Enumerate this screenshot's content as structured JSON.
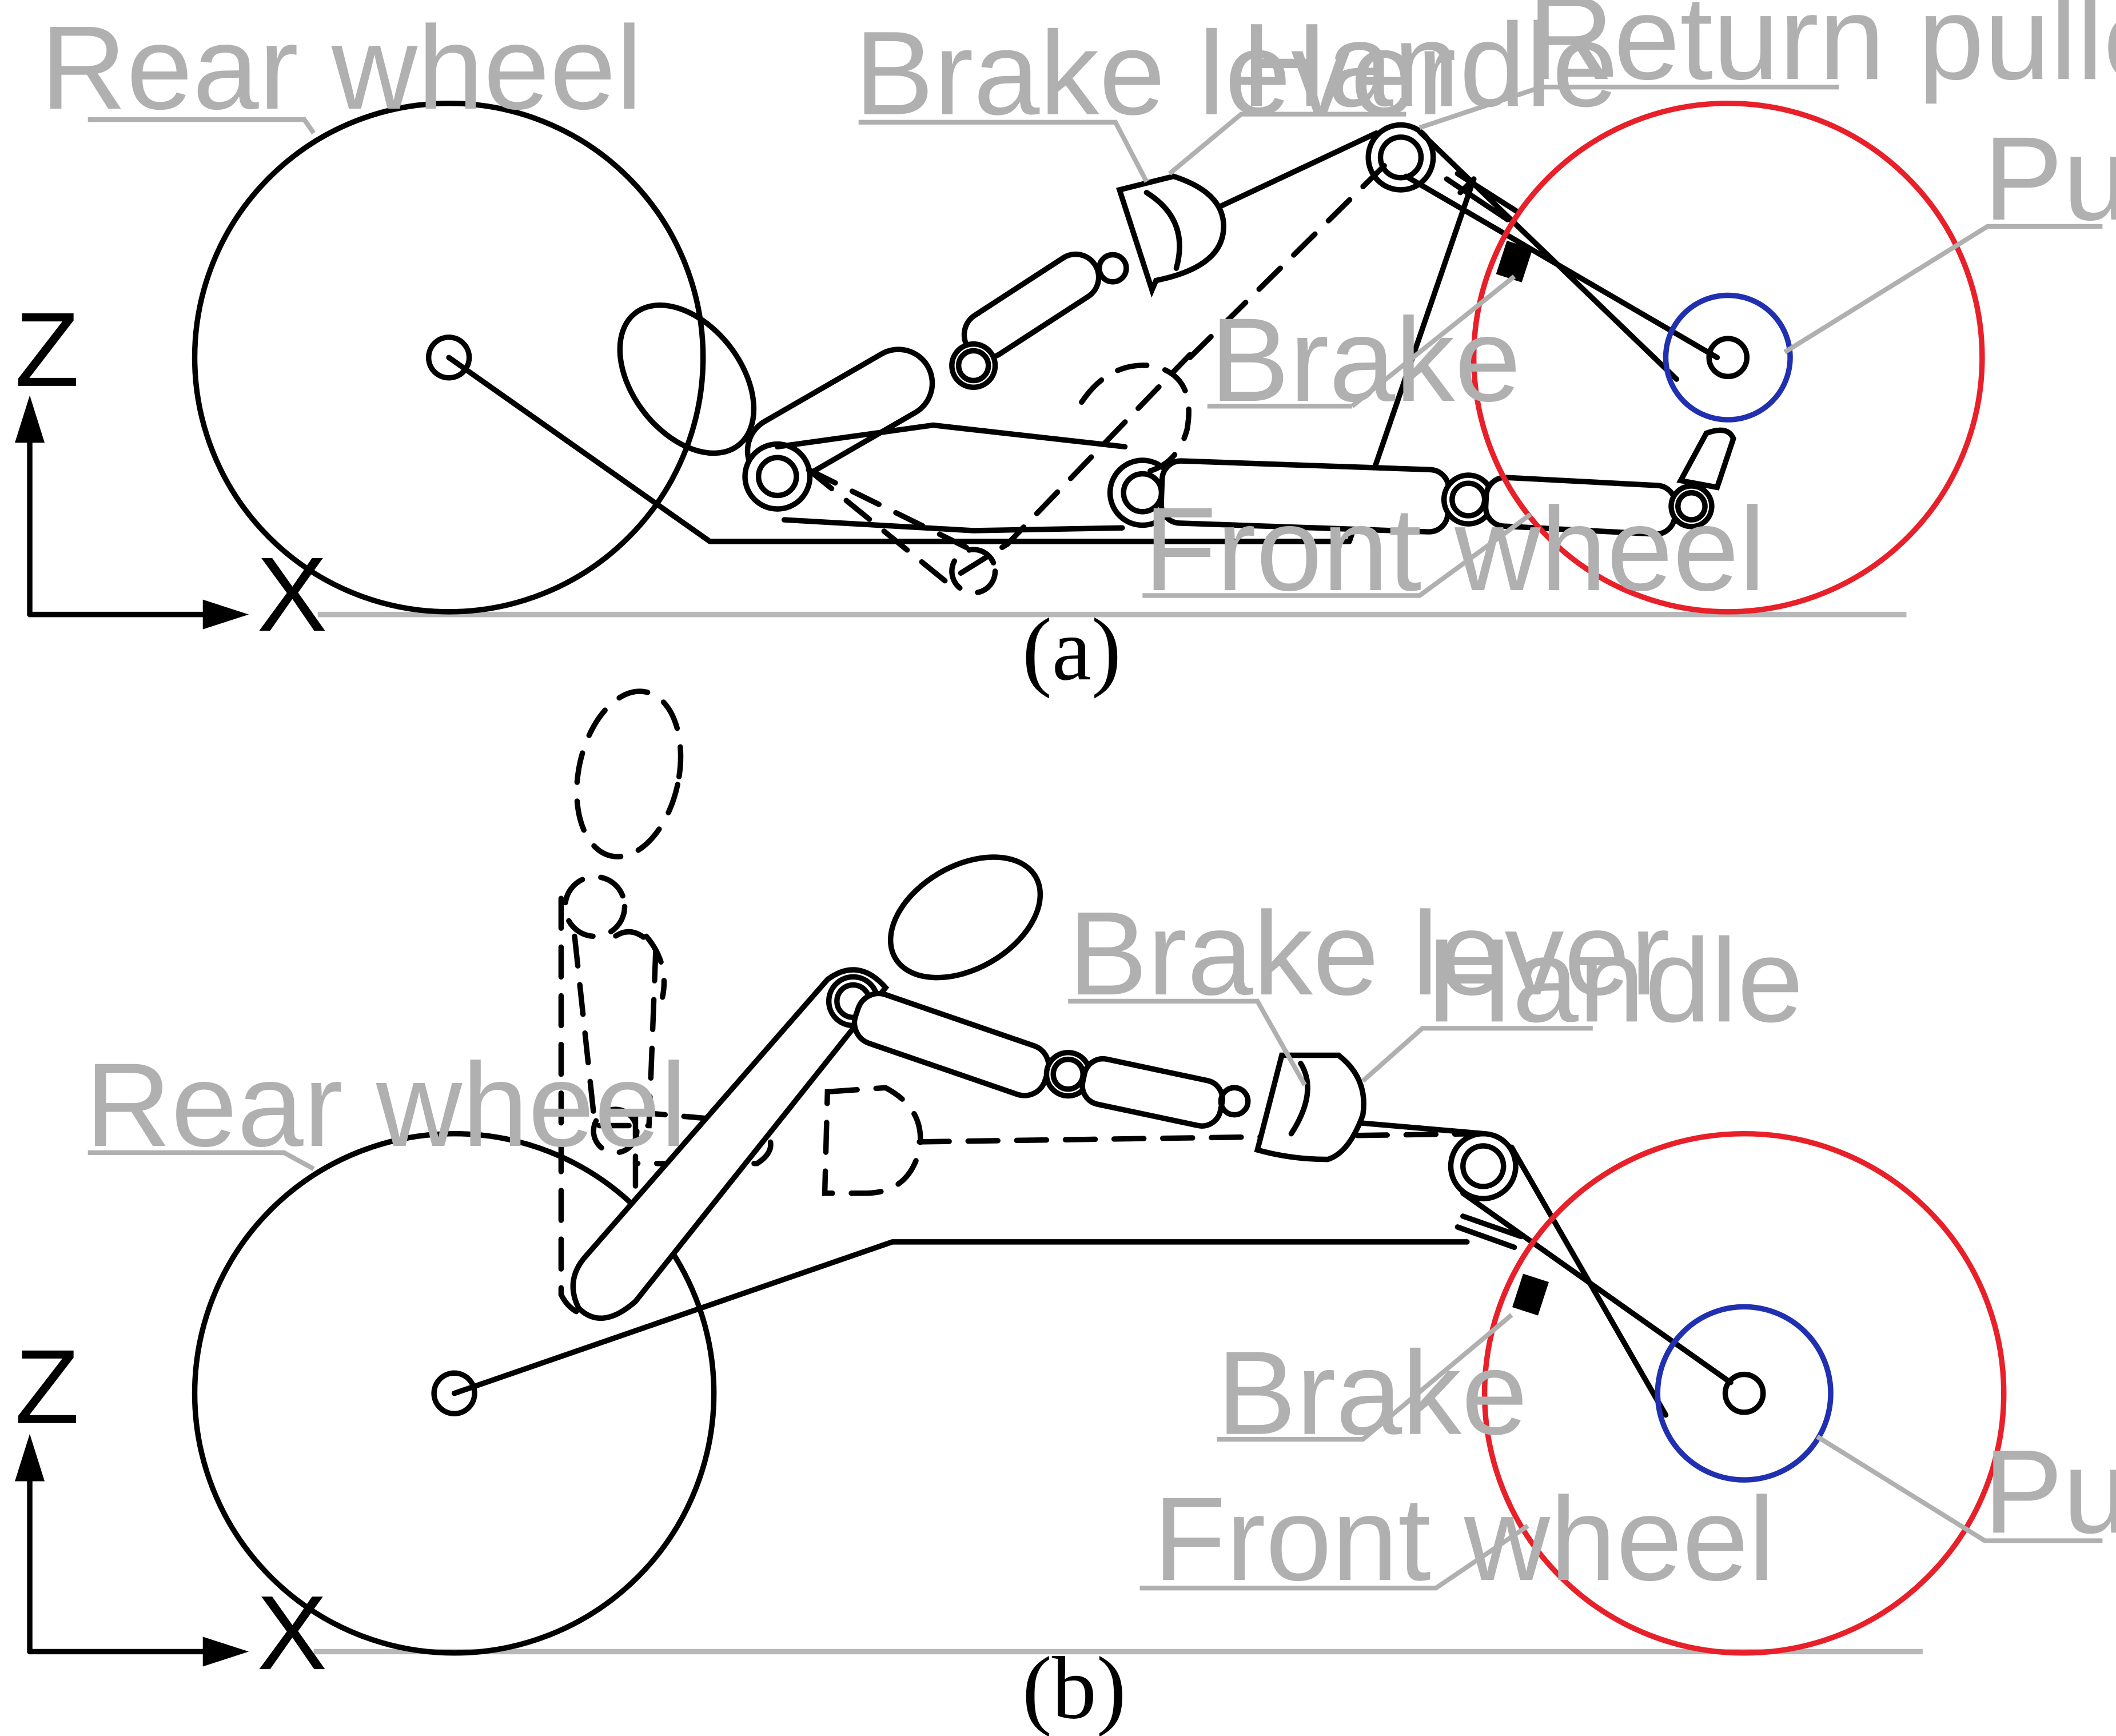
{
  "panels": [
    {
      "id": "a",
      "caption": "(a)",
      "axes": {
        "x": "X",
        "z": "Z"
      },
      "labels": {
        "rear_wheel": "Rear wheel",
        "brake_lever": "Brake lever",
        "handle": "Handle",
        "return_pulley": "Return pulley",
        "pulle": "Pulle",
        "brake": "Brake",
        "front_wheel": "Front wheel"
      }
    },
    {
      "id": "b",
      "caption": "(b)",
      "axes": {
        "x": "X",
        "z": "Z"
      },
      "labels": {
        "rear_wheel": "Rear wheel",
        "brake_lever": "Brake lever",
        "handle": "Handle",
        "pulle": "Pulle",
        "brake": "Brake",
        "front_wheel": "Front wheel"
      }
    }
  ],
  "colors": {
    "front_wheel": "#e8202a",
    "pulley": "#2030b0",
    "label_gray": "#b0b0b0",
    "line": "#000000"
  }
}
